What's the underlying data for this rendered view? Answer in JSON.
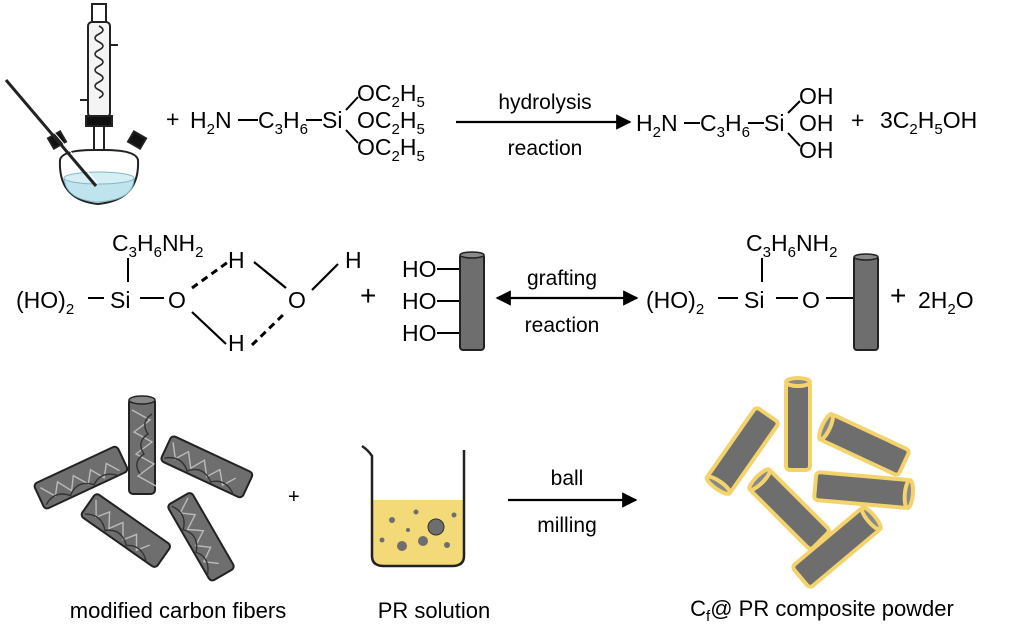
{
  "row1": {
    "plus1": "+",
    "amine": "H2N",
    "propyl": "C3H6",
    "si": "Si",
    "oet": "OC2H5",
    "arrow_top": "hydrolysis",
    "arrow_bottom": "reaction",
    "product_amine": "H2N",
    "product_propyl": "C3H6",
    "product_si": "Si",
    "oh": "OH",
    "plus2": "+",
    "ethanol": "3C2H5OH"
  },
  "row2": {
    "propylamine": "C3H6NH2",
    "ho2": "(HO)2",
    "si": "Si",
    "o": "O",
    "h": "H",
    "plus1": "+",
    "ho": "HO",
    "arrow_top": "grafting",
    "arrow_bottom": "reaction",
    "product_propylamine": "C3H6NH2",
    "product_ho2": "(HO)2",
    "product_si": "Si",
    "product_o": "O",
    "plus2": "+",
    "water": "2H2O"
  },
  "row3": {
    "plus": "+",
    "arrow_top": "ball",
    "arrow_bottom": "milling",
    "label_fibers": "modified carbon fibers",
    "label_solution": "PR solution",
    "label_product": "Cf@ PR composite powder"
  },
  "colors": {
    "fiber": "#6e6e6e",
    "coating": "#f5d36c",
    "solution": "#f3d978",
    "flask_liquid": "#bfe4ee"
  }
}
